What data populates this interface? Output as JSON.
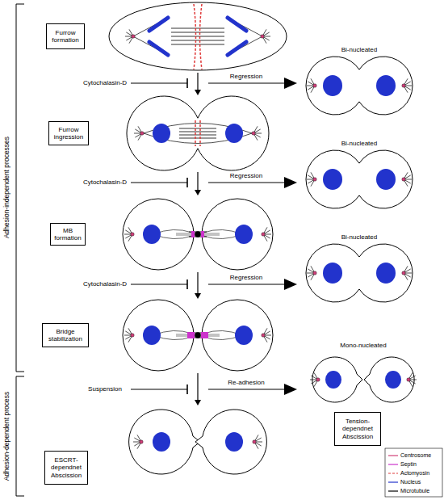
{
  "diagram": {
    "nodes": [
      {
        "text": [
          "Furrow formation"
        ]
      },
      {
        "text": [
          "Furrow ingression"
        ]
      },
      {
        "text": [
          "MB formation"
        ]
      },
      {
        "text": [
          "Bridge stabilization"
        ]
      },
      {
        "text": [
          "Tension-dependnet Abscission"
        ]
      },
      {
        "text": [
          "ESCRT-dependnet Abscission"
        ]
      }
    ],
    "labels": [
      "Adhesion-independent processes",
      "Bi-nucleated",
      "Cytochalasin-D",
      "Regression",
      "Bi-nucleated",
      "Cytochalasin-D",
      "Regression",
      "Bi-nucleated",
      "Cytochalasin-D",
      "Regression",
      "Mono-nucleated",
      "Adhesion-dependent process",
      "Suspension",
      "Re-adhesion"
    ],
    "legend": [
      {
        "text": "Centrosome"
      },
      {
        "text": "Septin"
      },
      {
        "text": "Actomyosin"
      },
      {
        "text": "Nucleus"
      },
      {
        "text": "Microtubule"
      }
    ]
  }
}
